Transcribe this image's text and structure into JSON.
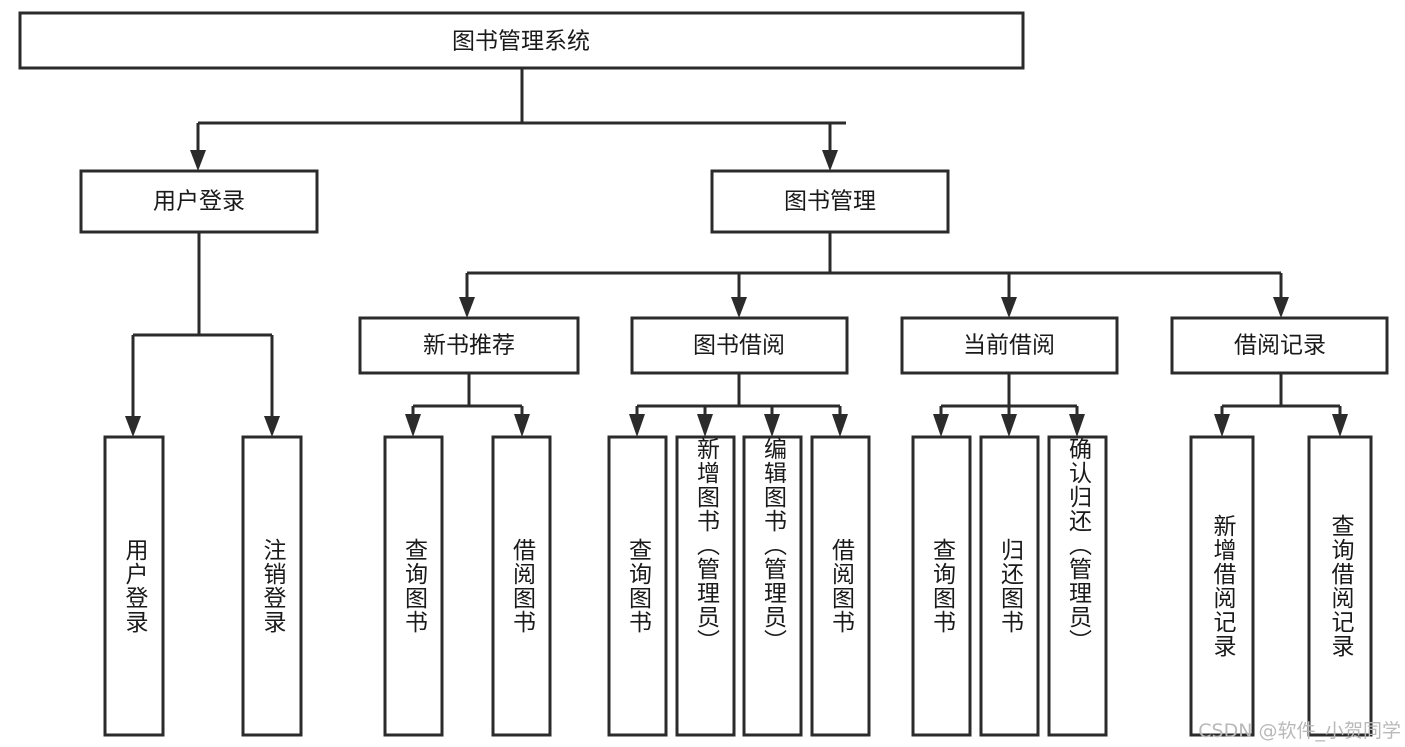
{
  "diagram": {
    "type": "tree",
    "title": "图书管理系统",
    "watermark": "CSDN @软件_小贺同学",
    "colors": {
      "box_stroke": "#2b2b2b",
      "box_fill": "#ffffff",
      "text": "#1a1a1a",
      "background": "#ffffff",
      "watermark": "#b9b9b9"
    },
    "levels": {
      "root": "图书管理系统",
      "level2": [
        "用户登录",
        "图书管理"
      ],
      "level3": [
        "新书推荐",
        "图书借阅",
        "当前借阅",
        "借阅记录"
      ]
    },
    "nodes": {
      "root": {
        "label": "图书管理系统"
      },
      "user_login": {
        "label": "用户登录"
      },
      "book_manage": {
        "label": "图书管理"
      },
      "new_book_rec": {
        "label": "新书推荐"
      },
      "book_borrow": {
        "label": "图书借阅"
      },
      "current_borrow": {
        "label": "当前借阅"
      },
      "borrow_record": {
        "label": "借阅记录"
      }
    },
    "leaves": {
      "user_login": [
        {
          "label": "用户登录"
        },
        {
          "label": "注销登录"
        }
      ],
      "new_book_rec": [
        {
          "label": "查询图书"
        },
        {
          "label": "借阅图书"
        }
      ],
      "book_borrow": [
        {
          "label": "查询图书"
        },
        {
          "label": "新增图书（管理员）"
        },
        {
          "label": "编辑图书（管理员）"
        },
        {
          "label": "借阅图书"
        }
      ],
      "current_borrow": [
        {
          "label": "查询图书"
        },
        {
          "label": "归还图书"
        },
        {
          "label": "确认归还（管理员）"
        }
      ],
      "borrow_record": [
        {
          "label": "新增借阅记录"
        },
        {
          "label": "查询借阅记录"
        }
      ]
    }
  }
}
